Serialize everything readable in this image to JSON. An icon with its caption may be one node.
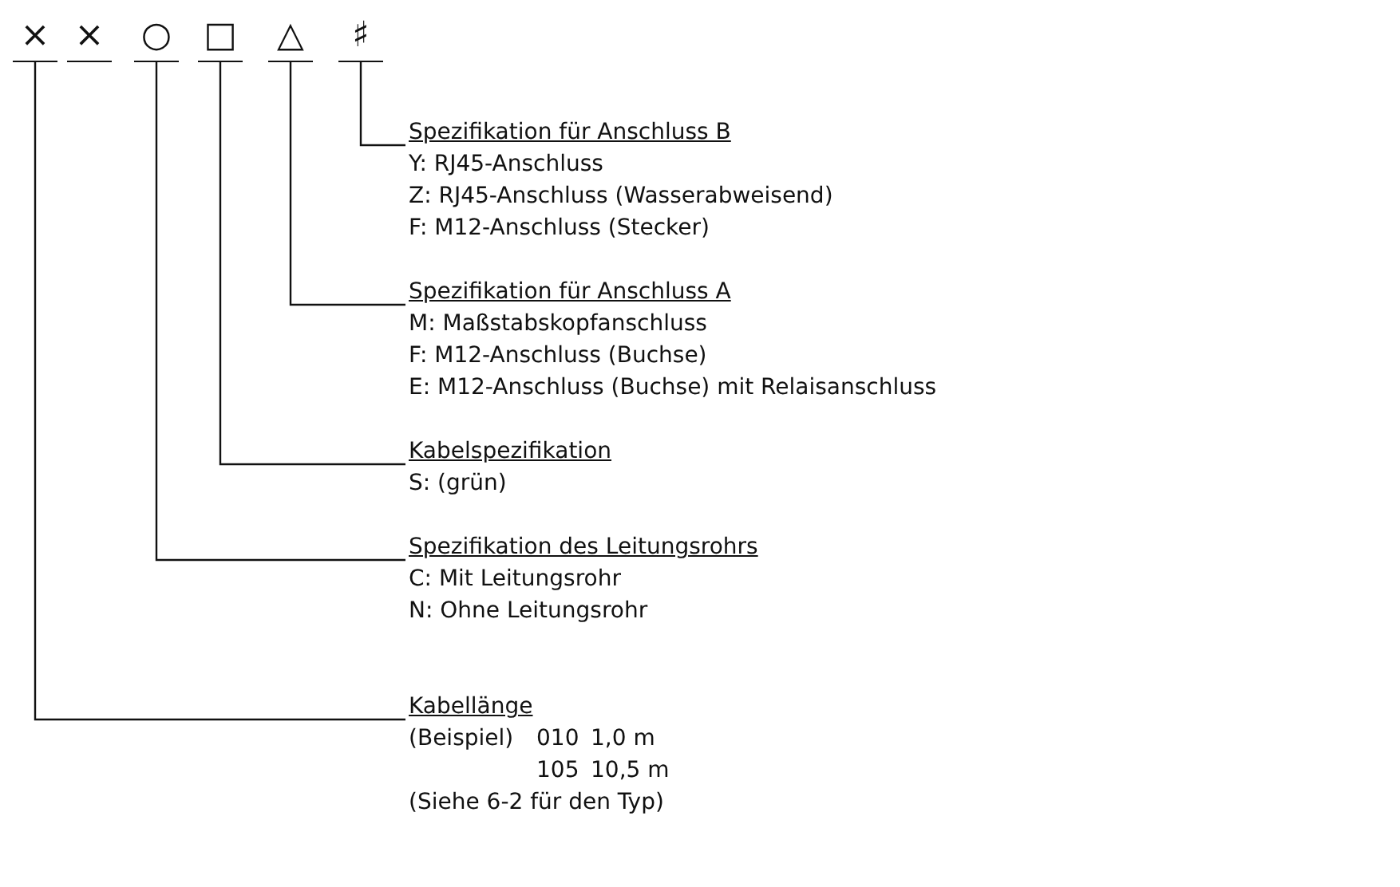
{
  "diagram": {
    "nodes": [
      {
        "text": [
          "×"
        ]
      },
      {
        "text": [
          "×"
        ]
      },
      {
        "text": [
          "○"
        ]
      },
      {
        "text": [
          "□"
        ]
      },
      {
        "text": [
          "△"
        ]
      },
      {
        "text": [
          "♯"
        ]
      },
      {
        "text": [
          "Spezifikation für Anschluss B",
          "Y:  RJ45-Anschluss",
          "Z:  RJ45-Anschluss (Wasserabweisend)",
          "F:  M12-Anschluss (Stecker)"
        ]
      },
      {
        "text": [
          "Spezifikation für Anschluss A",
          "M:  Maßstabskopfanschluss",
          "F:  M12-Anschluss (Buchse)",
          "E:  M12-Anschluss (Buchse) mit Relaisanschluss"
        ]
      },
      {
        "text": [
          "Kabelspezifikation",
          "S:  (grün)"
        ]
      },
      {
        "text": [
          "Spezifikation des Leitungsrohrs",
          "C:  Mit Leitungsrohr",
          "N:  Ohne Leitungsrohr"
        ]
      },
      {
        "text": [
          "Kabellänge",
          "(Beispiel)",
          "010",
          "1,0 m",
          "105",
          "10,5 m",
          "(Siehe 6-2 für den Typ)"
        ]
      }
    ],
    "edges": [
      {
        "from": 5,
        "to": 6,
        "arrow": "none"
      },
      {
        "from": 4,
        "to": 7,
        "arrow": "none"
      },
      {
        "from": 3,
        "to": 8,
        "arrow": "none"
      },
      {
        "from": 2,
        "to": 9,
        "arrow": "none"
      },
      {
        "from": 0,
        "to": 10,
        "arrow": "none"
      }
    ]
  }
}
